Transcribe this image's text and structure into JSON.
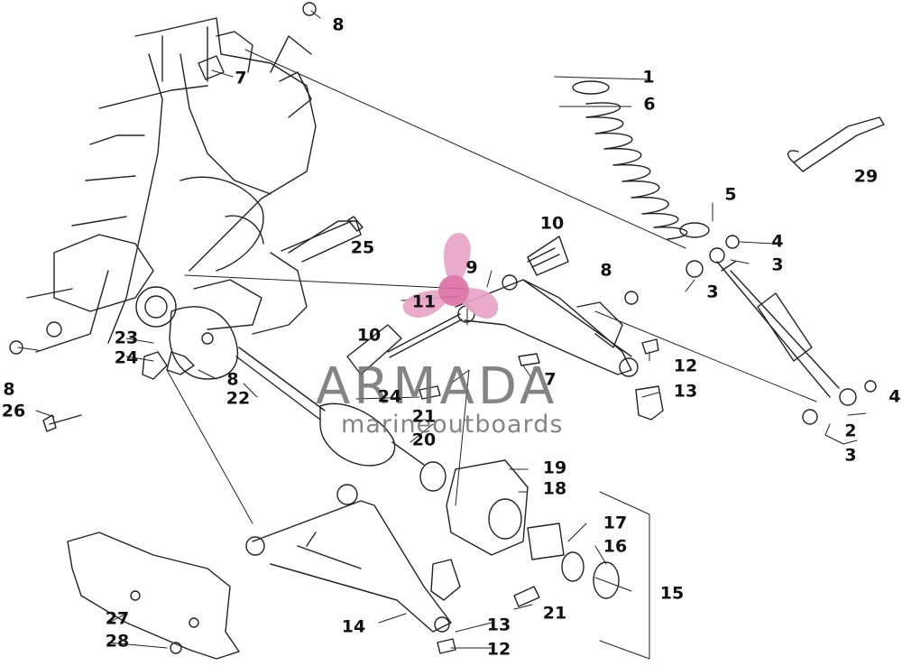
{
  "watermark": {
    "brand": "ARMADA",
    "tagline": "marineoutboards",
    "logo_color": "#e7a3c4",
    "logo_hub_color": "#dd6ea2"
  },
  "callouts": [
    {
      "id": "c1",
      "text": "1"
    },
    {
      "id": "c6",
      "text": "6"
    },
    {
      "id": "c29",
      "text": "29"
    },
    {
      "id": "c5",
      "text": "5"
    },
    {
      "id": "c4a",
      "text": "4"
    },
    {
      "id": "c3a",
      "text": "3"
    },
    {
      "id": "c3b",
      "text": "3"
    },
    {
      "id": "c8a",
      "text": "8"
    },
    {
      "id": "c7a",
      "text": "7"
    },
    {
      "id": "c10a",
      "text": "10"
    },
    {
      "id": "c25",
      "text": "25"
    },
    {
      "id": "c9",
      "text": "9"
    },
    {
      "id": "c8b",
      "text": "8"
    },
    {
      "id": "c11",
      "text": "11"
    },
    {
      "id": "c10b",
      "text": "10"
    },
    {
      "id": "c23",
      "text": "23"
    },
    {
      "id": "c24a",
      "text": "24"
    },
    {
      "id": "c8c",
      "text": "8"
    },
    {
      "id": "c8d",
      "text": "8"
    },
    {
      "id": "c22",
      "text": "22"
    },
    {
      "id": "c26",
      "text": "26"
    },
    {
      "id": "c24b",
      "text": "24"
    },
    {
      "id": "c21a",
      "text": "21"
    },
    {
      "id": "c20",
      "text": "20"
    },
    {
      "id": "c7b",
      "text": "7"
    },
    {
      "id": "c12a",
      "text": "12"
    },
    {
      "id": "c13a",
      "text": "13"
    },
    {
      "id": "c4b",
      "text": "4"
    },
    {
      "id": "c2",
      "text": "2"
    },
    {
      "id": "c3c",
      "text": "3"
    },
    {
      "id": "c19",
      "text": "19"
    },
    {
      "id": "c18",
      "text": "18"
    },
    {
      "id": "c17",
      "text": "17"
    },
    {
      "id": "c16",
      "text": "16"
    },
    {
      "id": "c15",
      "text": "15"
    },
    {
      "id": "c21b",
      "text": "21"
    },
    {
      "id": "c27",
      "text": "27"
    },
    {
      "id": "c28",
      "text": "28"
    },
    {
      "id": "c14",
      "text": "14"
    },
    {
      "id": "c13b",
      "text": "13"
    },
    {
      "id": "c12b",
      "text": "12"
    }
  ]
}
